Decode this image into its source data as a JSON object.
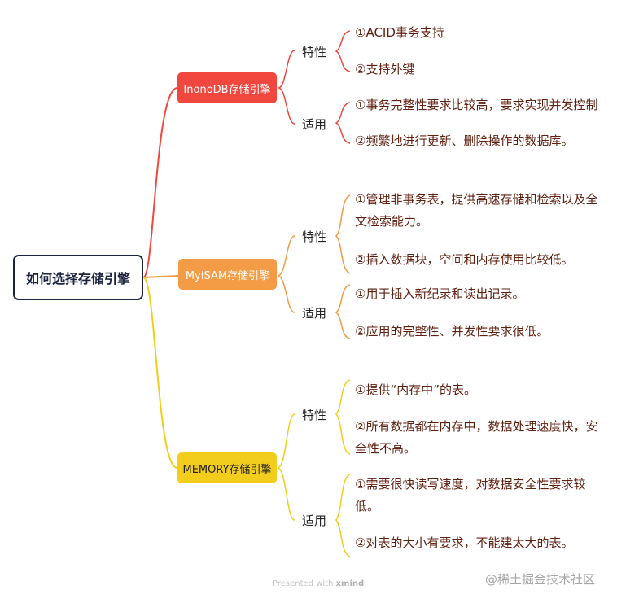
{
  "root": {
    "label": "如何选择存储引擎"
  },
  "colors": {
    "root_border": "#1c2340",
    "innodb": "#f0473f",
    "myisam": "#f39c45",
    "memory": "#f2cd1c",
    "leaf_text": "#602010"
  },
  "engines": [
    {
      "label": "InonoDB存储引擎",
      "feature_label": "特性",
      "features": [
        "①ACID事务支持",
        "②支持外键"
      ],
      "use_label": "适用",
      "uses": [
        "①事务完整性要求比较高，要求实现并发控制",
        "②频繁地进行更新、删除操作的数据库。"
      ]
    },
    {
      "label": "MyISAM存储引擎",
      "feature_label": "特性",
      "features": [
        "①管理非事务表，提供高速存储和检索以及全文检索能力。",
        "②插入数据块，空间和内存使用比较低。"
      ],
      "use_label": "适用",
      "uses": [
        "①用于插入新纪录和读出记录。",
        "②应用的完整性、并发性要求很低。"
      ]
    },
    {
      "label": "MEMORY存储引擎",
      "feature_label": "特性",
      "features": [
        "①提供“内存中”的表。",
        "②所有数据都在内存中，数据处理速度快，安全性不高。"
      ],
      "use_label": "适用",
      "uses": [
        "①需要很快读写速度，对数据安全性要求较低。",
        "②对表的大小有要求，不能建太大的表。"
      ]
    }
  ],
  "watermark": {
    "prefix": "Presented with",
    "brand": "xmind"
  },
  "site_credit": "@稀土掘金技术社区"
}
